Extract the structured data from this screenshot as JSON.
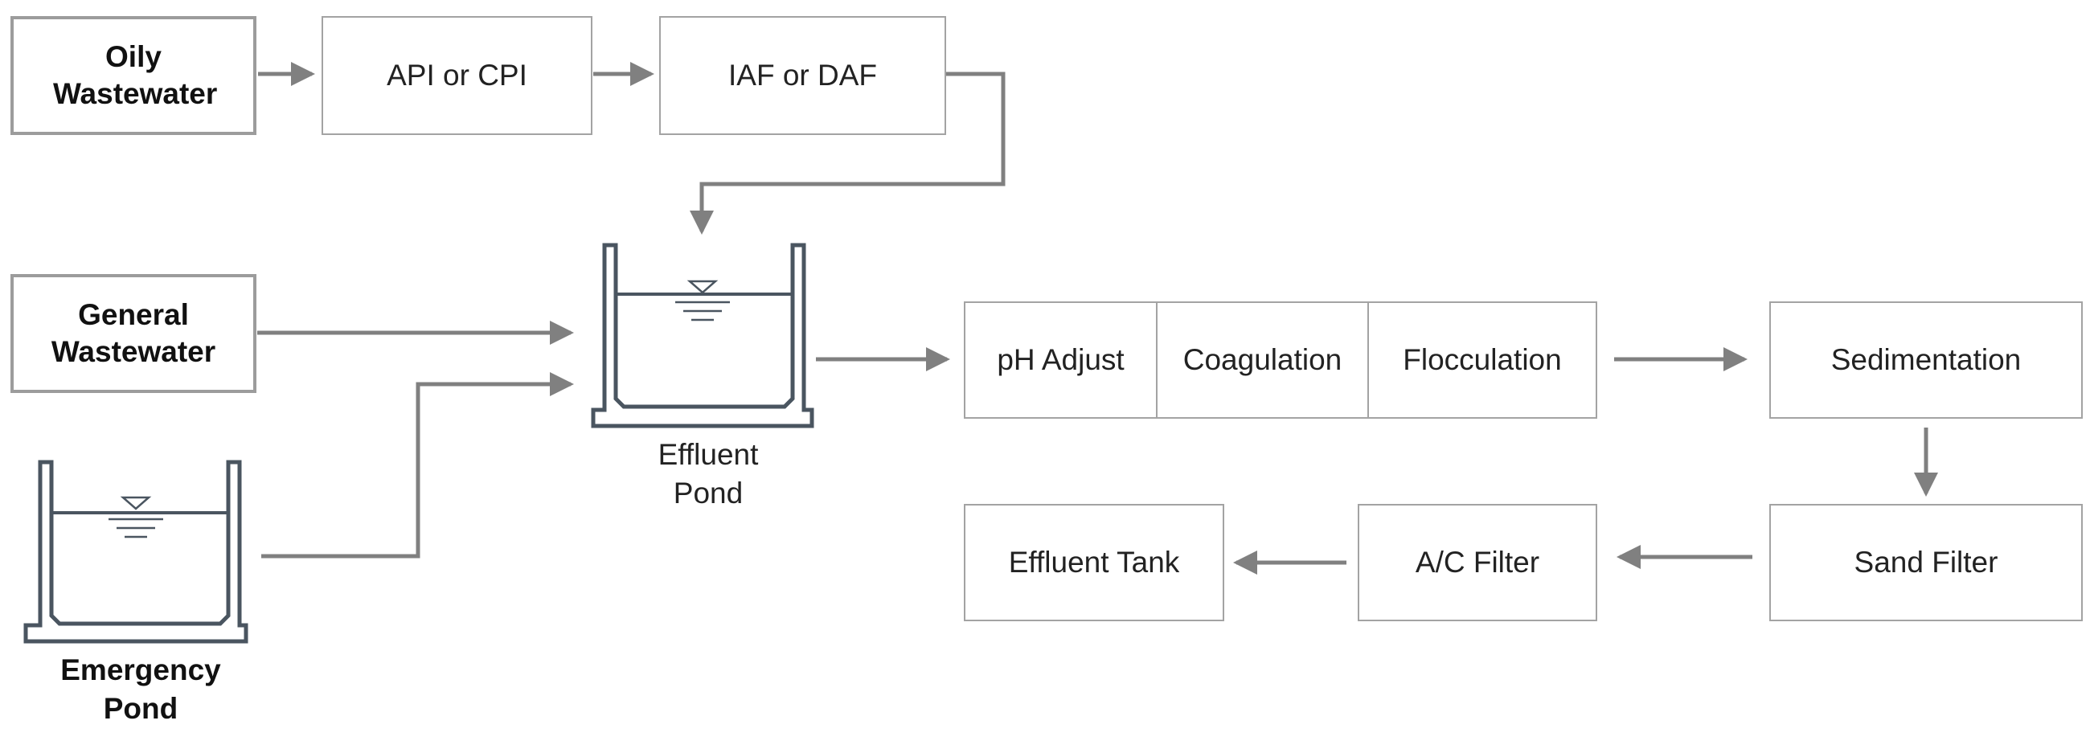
{
  "colors": {
    "arrow": "#808080",
    "tank": "#4a5560",
    "box_border": "#a3a3a3",
    "source_border": "#9c9c9c"
  },
  "sources": {
    "oily": "Oily Wastewater",
    "general": "General Wastewater"
  },
  "oily_line": {
    "api_cpi": "API or CPI",
    "iaf_daf": "IAF or DAF"
  },
  "tanks": {
    "effluent_pond": "Effluent Pond",
    "emergency_pond": "Emergency Pond"
  },
  "chem_treatment": {
    "ph_adjust": "pH Adjust",
    "coagulation": "Coagulation",
    "flocculation": "Flocculation"
  },
  "process": {
    "sedimentation": "Sedimentation",
    "sand_filter": "Sand Filter",
    "ac_filter": "A/C Filter",
    "effluent_tank": "Effluent Tank"
  }
}
